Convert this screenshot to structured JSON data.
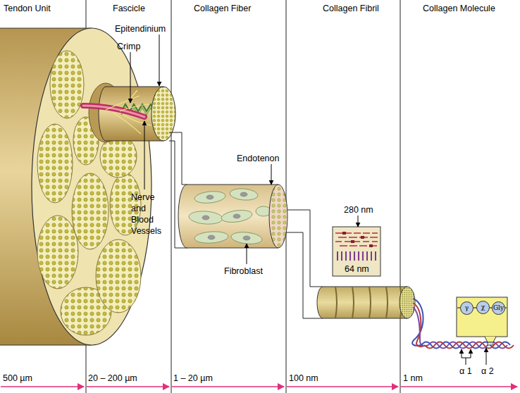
{
  "diagram": {
    "nodes": [
      {
        "text": [
          "Tendon Unit",
          "500 µm"
        ]
      },
      {
        "text": [
          "Fascicle",
          "20 – 200 µm"
        ]
      },
      {
        "text": [
          "Collagen Fiber",
          "1 – 20 µm"
        ]
      },
      {
        "text": [
          "Collagen Fibril",
          "100 nm"
        ]
      },
      {
        "text": [
          "Collagen Molecule",
          "1 nm"
        ]
      },
      {
        "text": [
          "γ"
        ],
        "in": 4
      },
      {
        "text": [
          "χ"
        ],
        "in": 4
      },
      {
        "text": [
          "Gly"
        ],
        "in": 4
      }
    ],
    "edges": [
      {
        "from": 5,
        "to": 6,
        "arrow": "none"
      },
      {
        "from": 6,
        "to": 7,
        "arrow": "none"
      }
    ],
    "labels": [
      "Epitendinium",
      "Crimp",
      "Nerve and Blood Vessels",
      "Endotenon",
      "Fibroblast",
      "280 nm",
      "64 nm",
      "α 1",
      "α 2"
    ]
  }
}
